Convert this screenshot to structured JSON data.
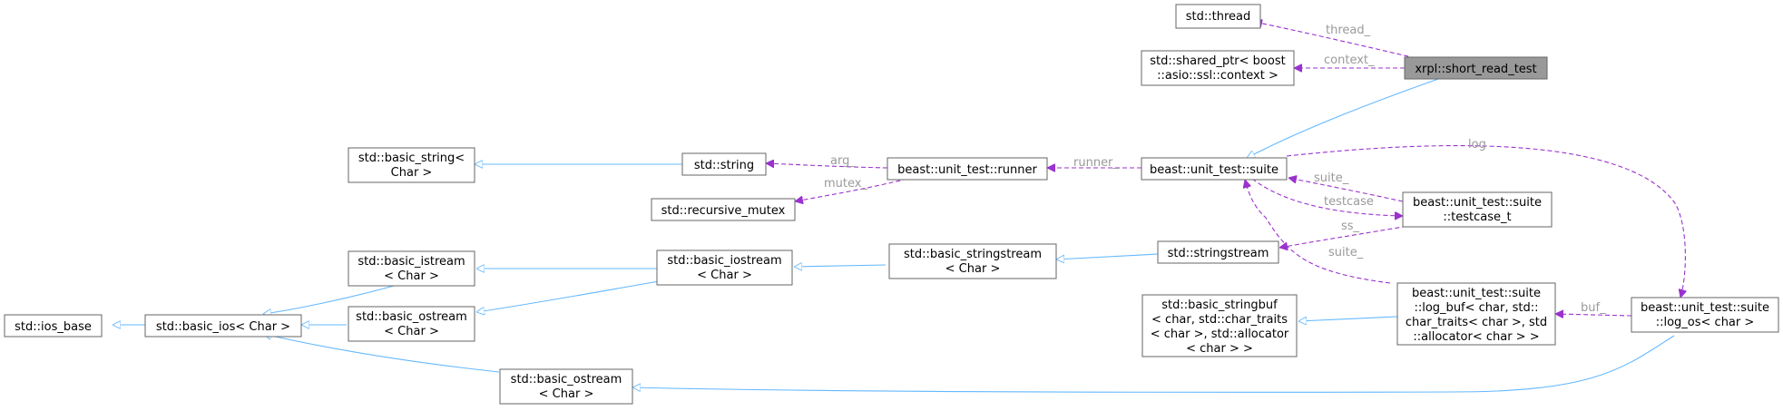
{
  "colors": {
    "inheritance_edge": "#63b8ff",
    "usage_edge": "#9a32cd",
    "edge_label": "#9a9a9a",
    "highlight_node": "#999999",
    "node_border": "#666666"
  },
  "nodes": {
    "thread": [
      "std::thread"
    ],
    "ssl_context": [
      "std::shared_ptr< boost",
      "::asio::ssl::context >"
    ],
    "short_read_test": [
      "xrpl::short_read_test"
    ],
    "basic_string": [
      "std::basic_string<",
      "Char >"
    ],
    "string": [
      "std::string"
    ],
    "runner": [
      "beast::unit_test::runner"
    ],
    "suite": [
      "beast::unit_test::suite"
    ],
    "recursive_mutex": [
      "std::recursive_mutex"
    ],
    "testcase_t": [
      "beast::unit_test::suite",
      "::testcase_t"
    ],
    "basic_istream": [
      "std::basic_istream",
      "< Char >"
    ],
    "basic_iostream": [
      "std::basic_iostream",
      "< Char >"
    ],
    "basic_stringstream": [
      "std::basic_stringstream",
      "< Char >"
    ],
    "stringstream": [
      "std::stringstream"
    ],
    "ios_base": [
      "std::ios_base"
    ],
    "basic_ios": [
      "std::basic_ios< Char >"
    ],
    "basic_ostream_mid": [
      "std::basic_ostream",
      "< Char >"
    ],
    "basic_stringbuf": [
      "std::basic_stringbuf",
      "< char, std::char_traits",
      "< char >, std::allocator",
      "< char > >"
    ],
    "log_buf": [
      "beast::unit_test::suite",
      "::log_buf< char, std::",
      "char_traits< char >, std",
      "::allocator< char > >"
    ],
    "log_os": [
      "beast::unit_test::suite",
      "::log_os< char >"
    ],
    "basic_ostream_bottom": [
      "std::basic_ostream",
      "< Char >"
    ]
  },
  "edge_labels": {
    "thread": "thread_",
    "context": "context_",
    "arg": "arg_",
    "mutex": "mutex_",
    "runner": "runner_",
    "log": "log",
    "suite_upper": "suite_",
    "testcase": "testcase",
    "ss": "ss_",
    "suite_lower": "suite_",
    "buf": "buf_"
  }
}
